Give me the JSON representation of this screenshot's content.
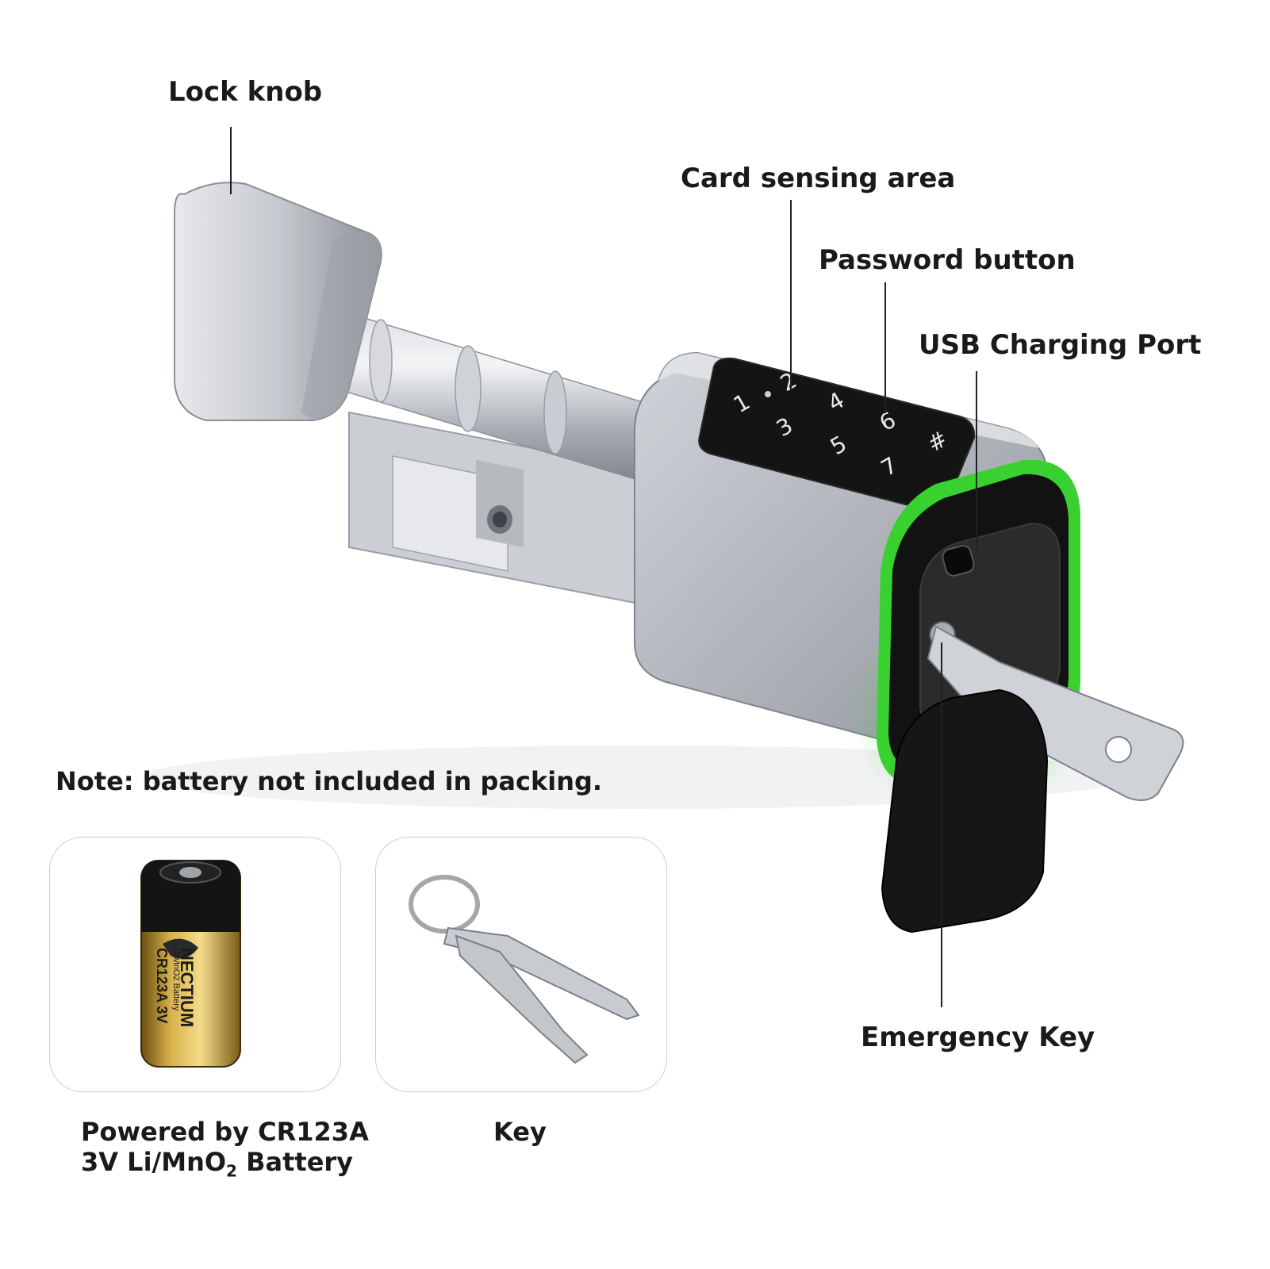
{
  "callouts": {
    "lock_knob": "Lock knob",
    "card_sensing_area": "Card sensing area",
    "password_button": "Password button",
    "usb_charging_port": "USB Charging Port",
    "emergency_key": "Emergency Key"
  },
  "note": "Note: battery not included in packing.",
  "keypad_keys": [
    "1",
    "2",
    "3",
    "4",
    "5",
    "6",
    "7",
    "#"
  ],
  "battery_panel": {
    "brand": "NECTIUM",
    "model": "CR123A 3V",
    "subtext": "Li/MnO2 Battery",
    "caption_line1": "Powered by CR123A",
    "caption_line2_prefix": "3V Li/MnO",
    "caption_line2_sub": "2",
    "caption_line2_suffix": " Battery"
  },
  "key_panel": {
    "caption": "Key"
  },
  "colors": {
    "ring_glow": "#39d12f",
    "metal": "#b9bcc2",
    "dark": "#151515"
  }
}
